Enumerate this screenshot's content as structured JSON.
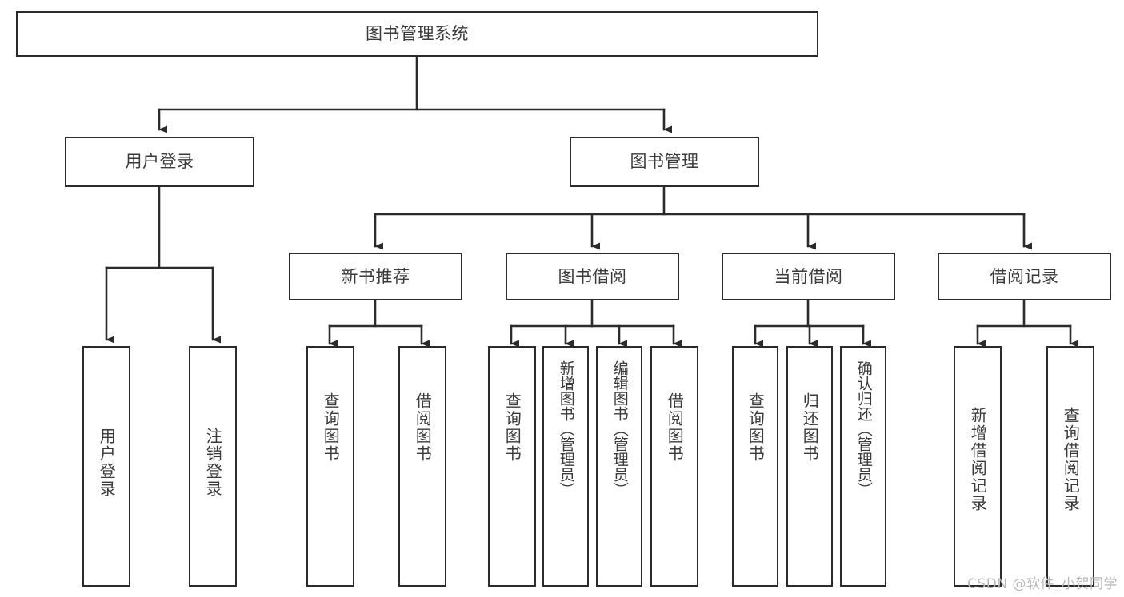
{
  "diagram": {
    "title": "图书管理系统",
    "type": "tree",
    "watermark": "CSDN @软件_小贺同学",
    "edge_color": "#2b2b2b",
    "node_border_color": "#2b2b2b",
    "node_fill_color": "#ffffff",
    "text_color": "#3a3a3a"
  },
  "nodes": {
    "root": {
      "label": "图书管理系统"
    },
    "level2": [
      {
        "id": "user-login",
        "label": "用户登录"
      },
      {
        "id": "book-manage",
        "label": "图书管理"
      }
    ],
    "level3": [
      {
        "id": "new-book-rec",
        "label": "新书推荐"
      },
      {
        "id": "book-borrow",
        "label": "图书借阅"
      },
      {
        "id": "current-borrow",
        "label": "当前借阅"
      },
      {
        "id": "borrow-record",
        "label": "借阅记录"
      }
    ],
    "leaves": {
      "user-login": [
        {
          "id": "leaf-user-login",
          "label": "用户登录"
        },
        {
          "id": "leaf-logout",
          "label": "注销登录"
        }
      ],
      "new-book-rec": [
        {
          "id": "leaf-query-book-1",
          "label": "查询图书"
        },
        {
          "id": "leaf-borrow-book-1",
          "label": "借阅图书"
        }
      ],
      "book-borrow": [
        {
          "id": "leaf-query-book-2",
          "label": "查询图书"
        },
        {
          "id": "leaf-add-book",
          "label": "新增图书（管理员）"
        },
        {
          "id": "leaf-edit-book",
          "label": "编辑图书（管理员）"
        },
        {
          "id": "leaf-borrow-book-2",
          "label": "借阅图书"
        }
      ],
      "current-borrow": [
        {
          "id": "leaf-query-book-3",
          "label": "查询图书"
        },
        {
          "id": "leaf-return-book",
          "label": "归还图书"
        },
        {
          "id": "leaf-confirm-return",
          "label": "确认归还（管理员）"
        }
      ],
      "borrow-record": [
        {
          "id": "leaf-add-record",
          "label": "新增借阅记录"
        },
        {
          "id": "leaf-query-record",
          "label": "查询借阅记录"
        }
      ]
    }
  }
}
